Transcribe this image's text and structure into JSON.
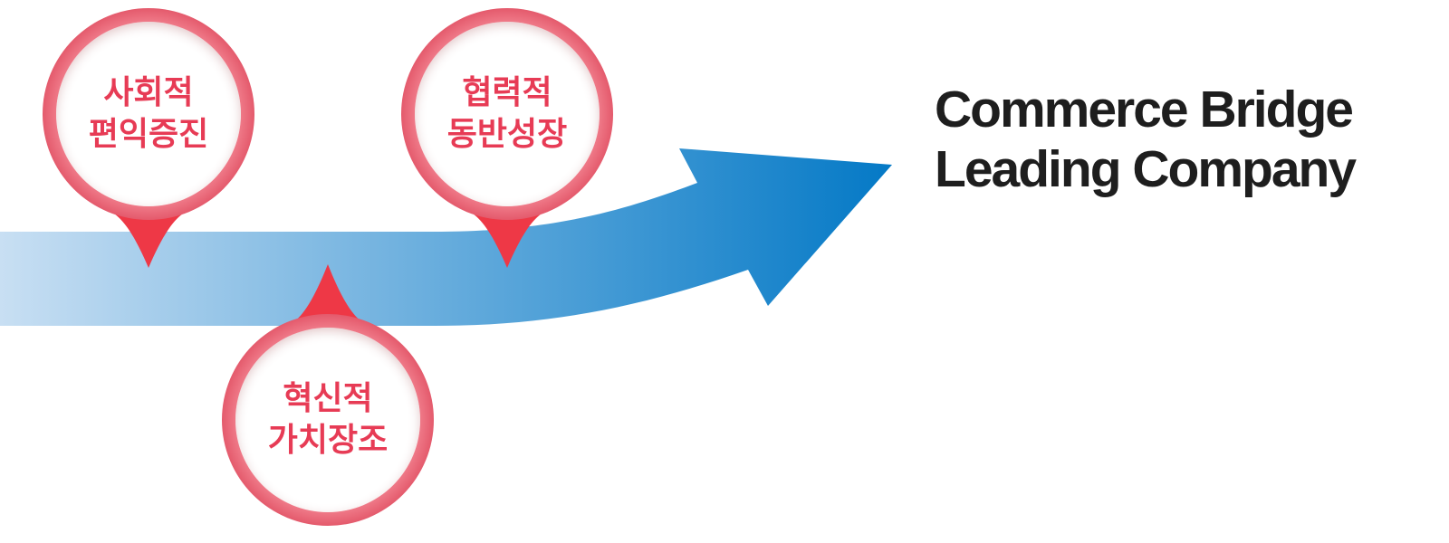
{
  "colors": {
    "arrow_start": "#c8dff3",
    "arrow_end": "#0479c6",
    "pin_ring": "#ef6b7c",
    "pin_tip": "#ee3846",
    "pin_text": "#e73b55",
    "headline": "#1e1e1e"
  },
  "pins": [
    {
      "line1": "사회적",
      "line2": "편익증진",
      "points": "down"
    },
    {
      "line1": "협력적",
      "line2": "동반성장",
      "points": "down"
    },
    {
      "line1": "혁신적",
      "line2": "가치장조",
      "points": "up"
    }
  ],
  "headline": {
    "line1": "Commerce Bridge",
    "line2": "Leading Company"
  }
}
